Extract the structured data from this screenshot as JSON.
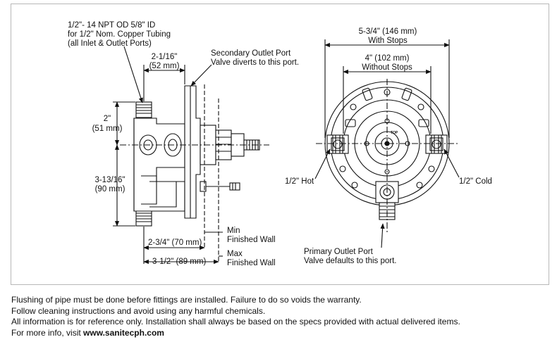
{
  "side_view": {
    "thread_spec": [
      "1/2\"- 14 NPT OD 5/8\" ID",
      "for 1/2\" Nom. Copper Tubing",
      "(all Inlet & Outlet Ports)"
    ],
    "depth_52": [
      "2-1/16\"",
      "(52 mm)"
    ],
    "secondary_outlet": [
      "Secondary Outlet Port",
      "Valve diverts to this port."
    ],
    "height_51": [
      "2\"",
      "(51 mm)"
    ],
    "height_90": [
      "3-13/16\"",
      "(90 mm)"
    ],
    "min_wall": [
      "Min",
      "Finished Wall"
    ],
    "depth_70": "2-3/4\" (70 mm)",
    "max_wall": [
      "Max",
      "Finished Wall"
    ],
    "depth_89": "3-1/2\" (89 mm)"
  },
  "front_view": {
    "with_stops": [
      "5-3/4\" (146 mm)",
      "With Stops"
    ],
    "without_stops": [
      "4\" (102 mm)",
      "Without Stops"
    ],
    "hot": "1/2\" Hot",
    "cold": "1/2\" Cold",
    "primary_outlet": [
      "Primary Outlet Port",
      "Valve defaults to this port."
    ],
    "top_mark": "TOP"
  },
  "notes": {
    "flushing": "Flushing of pipe must be done before fittings are installed. Failure to do so voids the warranty.",
    "cleaning": "Follow cleaning instructions and avoid using any harmful chemicals.",
    "reference": "All information is for reference only. Installation shall always be based on the specs provided with actual delivered items.",
    "more_info_prefix": "For more info, visit ",
    "website": "www.sanitecph.com"
  }
}
